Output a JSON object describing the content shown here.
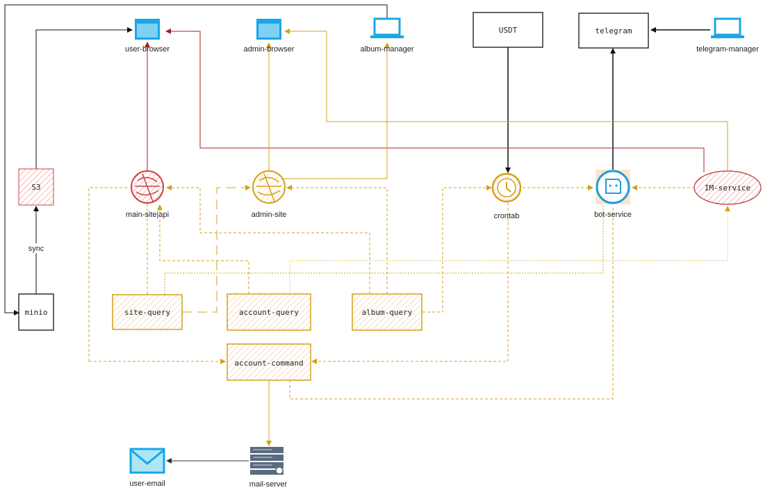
{
  "colors": {
    "gold": "#d4a017",
    "red": "#a52020",
    "black": "#111111",
    "blue": "#1e9be0",
    "sky": "#19a7e5",
    "pinkFill": "#f8d7d7",
    "goldFill": "#fbe7c8"
  },
  "nodes": {
    "user_browser": "user-browser",
    "admin_browser": "admin-browser",
    "album_manager": "album-manager",
    "usdt": "USDT",
    "telegram": "telegram",
    "telegram_manager": "telegram-manager",
    "s3": "S3",
    "minio": "minio",
    "main_site_api": "main-site|api",
    "admin_site": "admin-site",
    "crontab": "crontab",
    "bot_service": "bot-service",
    "im_service": "IM-service",
    "site_query": "site-query",
    "account_query": "account-query",
    "album_query": "album-query",
    "account_command": "account-command",
    "mail_server": "mail-server",
    "user_email": "user-email"
  },
  "edges": {
    "sync": "sync"
  },
  "icons": {
    "browser": "browser-window-icon",
    "laptop": "laptop-icon",
    "web": "web-app-icon",
    "clock": "clock-icon",
    "bot": "bot-icon",
    "server": "server-icon",
    "email": "email-icon"
  }
}
